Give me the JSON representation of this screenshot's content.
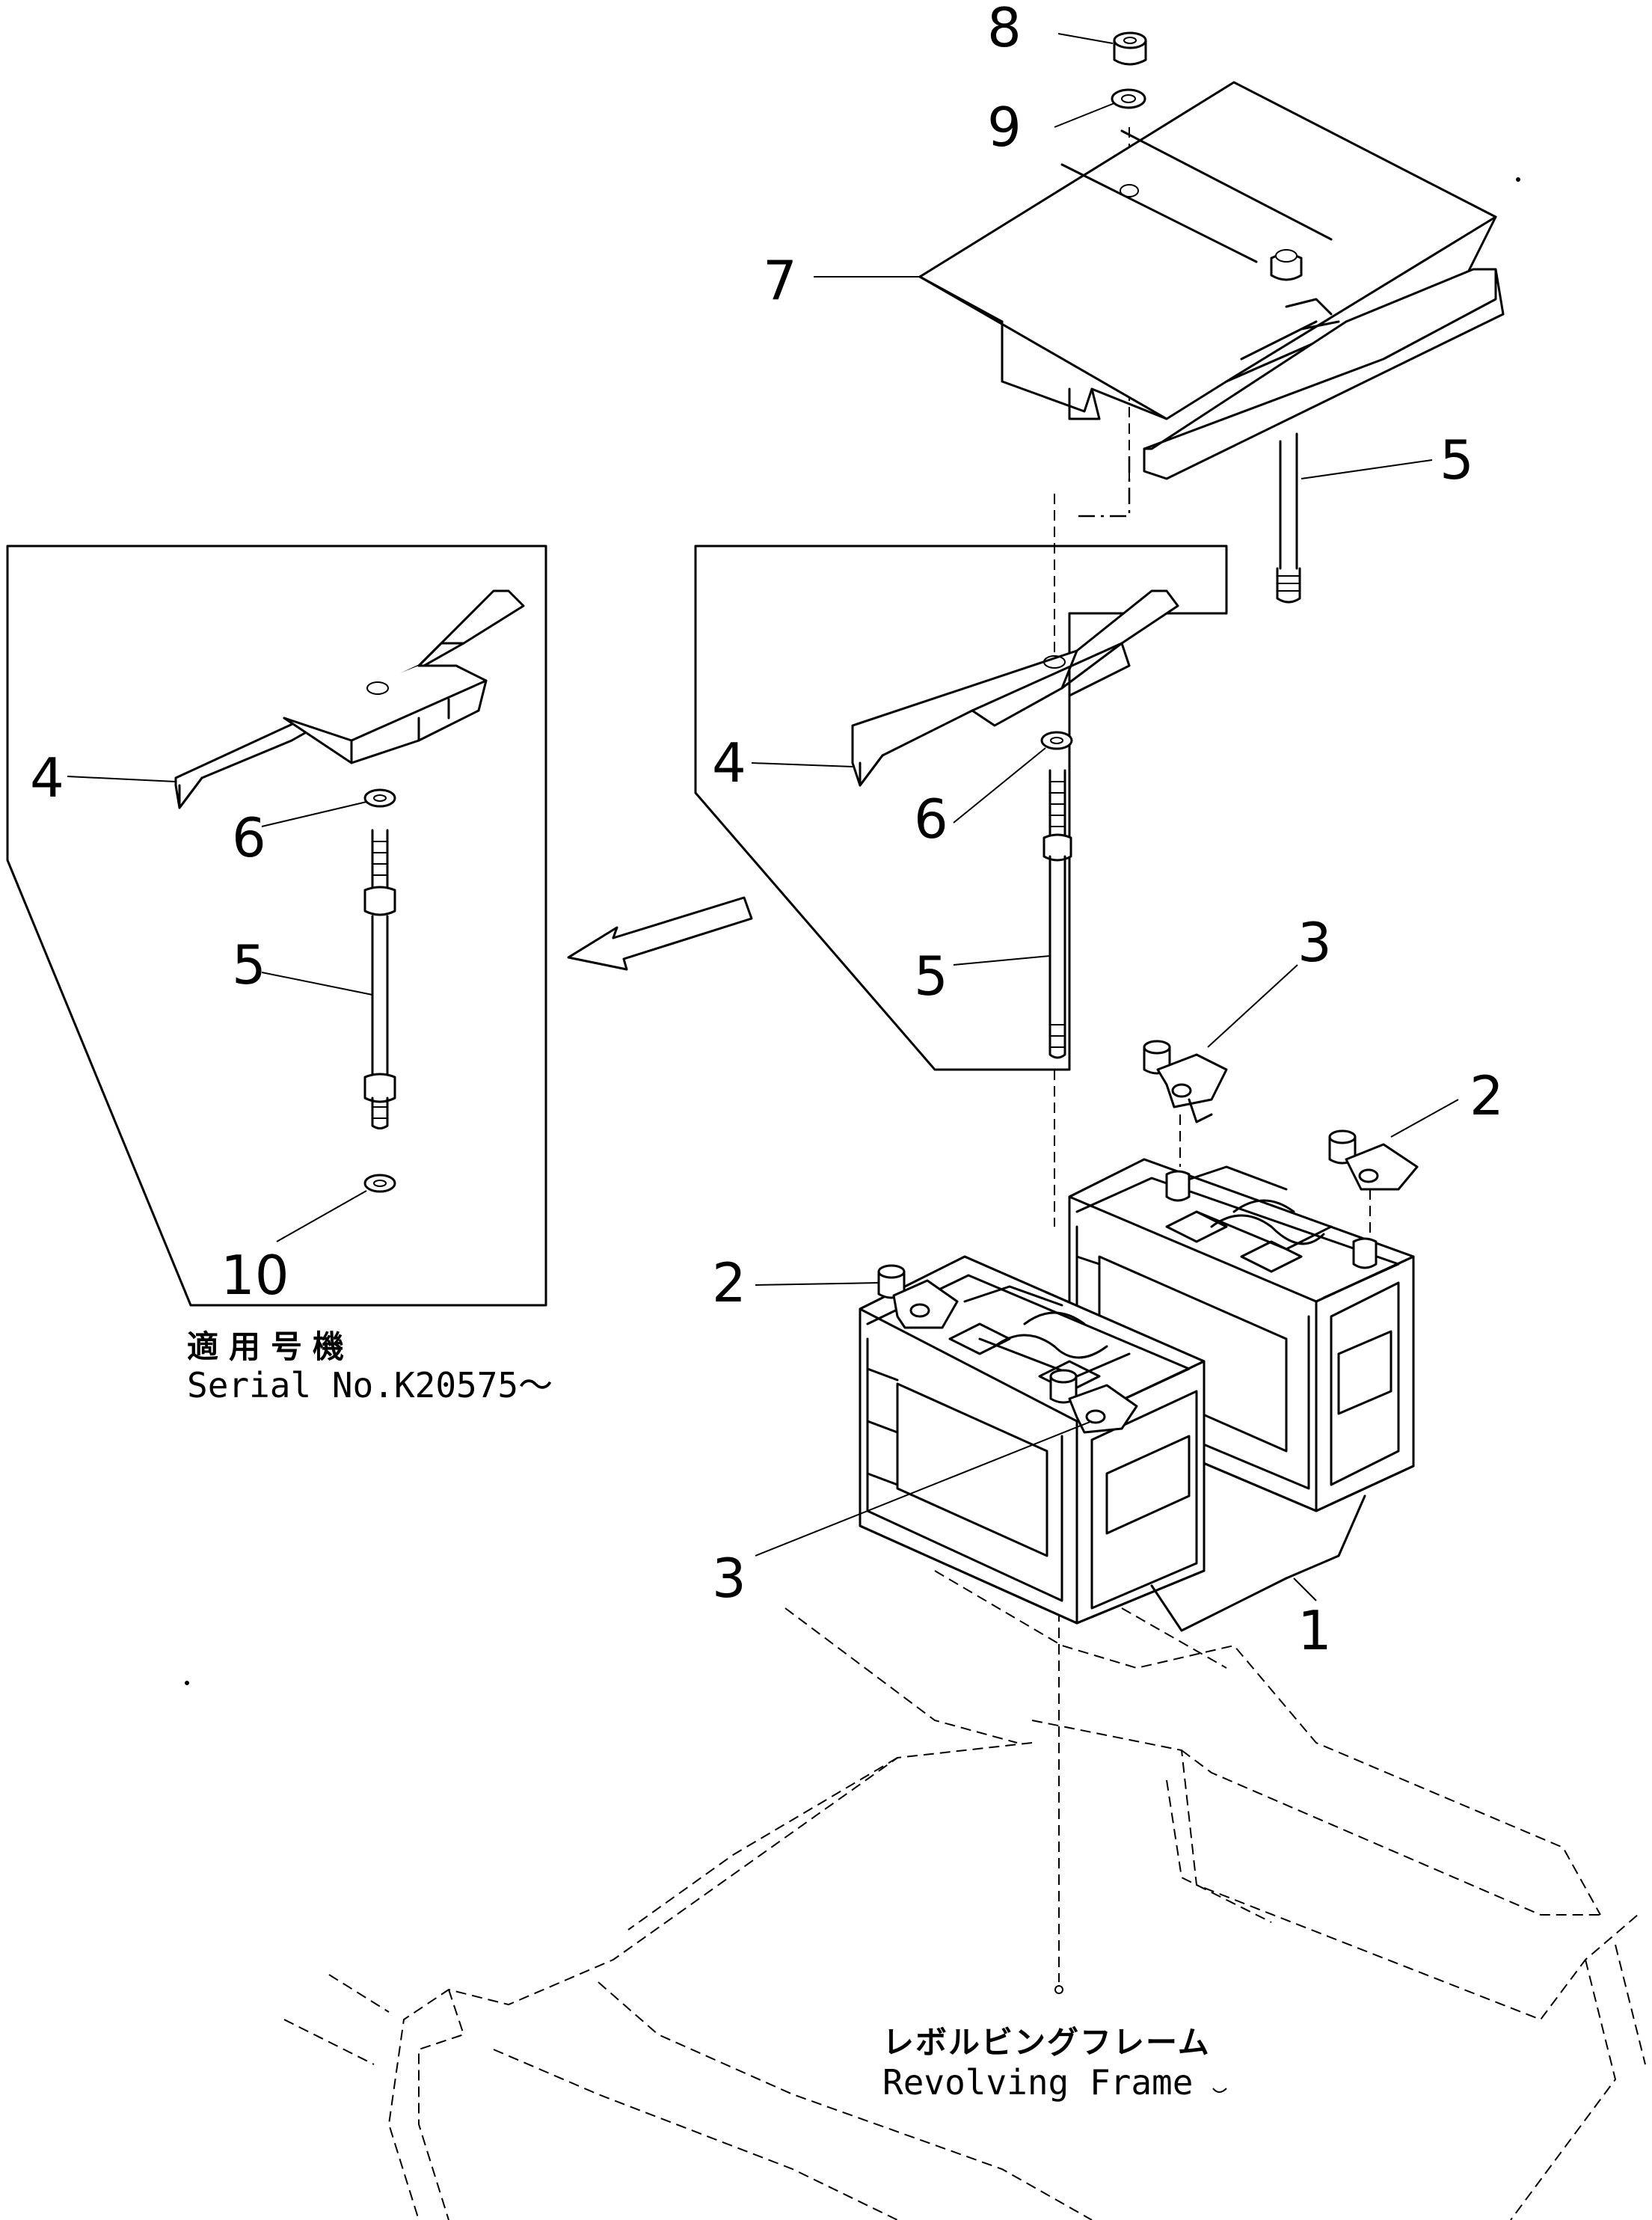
{
  "callouts": [
    "8",
    "9",
    "7",
    "5",
    "4",
    "6",
    "5",
    "3",
    "2",
    "2",
    "3",
    "1",
    "4",
    "6",
    "5",
    "10"
  ],
  "inset_caption": {
    "jp": "適用号機",
    "en": "Serial No.K20575～"
  },
  "frame_caption": {
    "jp": "レボルビングフレーム",
    "en": "Revolving Frame"
  }
}
